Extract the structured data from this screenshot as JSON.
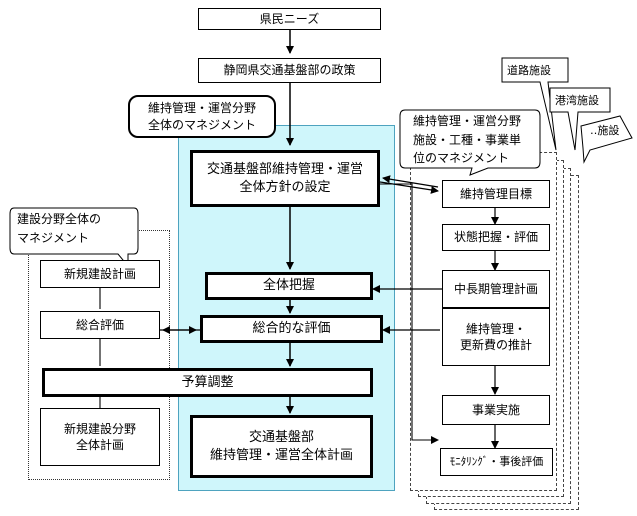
{
  "nodes": {
    "needs": "県民ニーズ",
    "policy": "静岡県交通基盤部の政策",
    "overall_mgmt": "維持管理・運営分野\n全体のマネジメント",
    "policy_setting": "交通基盤部維持管理・運営\n全体方針の設定",
    "overview": "全体把握",
    "integrated_eval": "総合的な評価",
    "budget": "予算調整",
    "overall_plan": "交通基盤部\n維持管理・運営全体計画"
  },
  "construction": {
    "title": "建設分野全体の\nマネジメント",
    "new_plan": "新規建設計画",
    "eval": "総合評価",
    "field_plan": "新規建設分野\n全体計画"
  },
  "facility": {
    "tab_road": "道路施設",
    "tab_port": "港湾施設",
    "tab_other": "‥施設",
    "title": "維持管理・運営分野\n施設・工種・事業単\n位のマネジメント",
    "target": "維持管理目標",
    "assessment": "状態把握・評価",
    "longterm": "中長期管理計画",
    "cost": "維持管理・\n更新費の推計",
    "implementation": "事業実施",
    "monitoring": "ﾓﾆﾀﾘﾝｸﾞ・事後評価"
  }
}
